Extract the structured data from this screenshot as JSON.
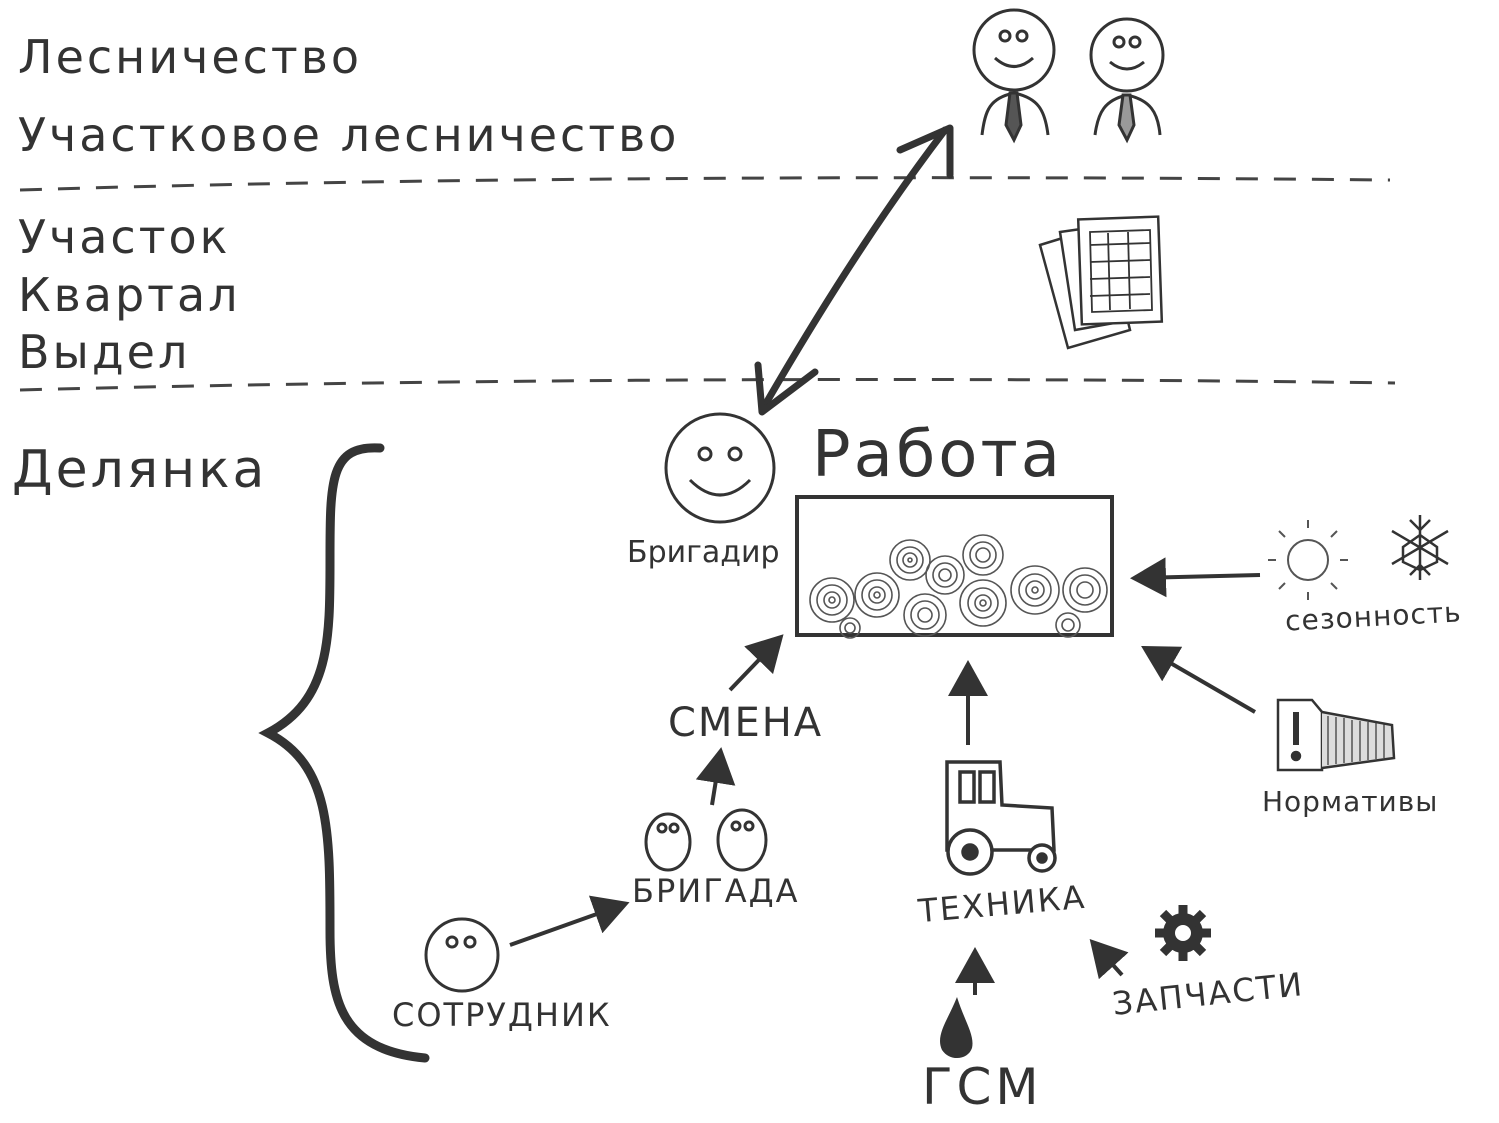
{
  "levels": {
    "top": [
      "Лесничество",
      "Участковое лесничество"
    ],
    "middle": [
      "Участок",
      "Квартал",
      "Выдел"
    ],
    "bottom": "Делянка"
  },
  "center": {
    "work_title": "Работа",
    "foreman": "Бригадир"
  },
  "nodes": {
    "shift": "СМЕНА",
    "brigade": "БРИГАДА",
    "employee": "СОТРУДНИК",
    "machinery": "ТЕХНИКА",
    "spare_parts": "ЗАПЧАСТИ",
    "fuel": "ГСМ",
    "seasonality": "сезонность",
    "norms": "Нормативы"
  },
  "icons": {
    "officials": "two-men-in-ties-icon",
    "documents": "table-document-icon",
    "foreman_face": "smiley-face-icon",
    "logs": "log-pile-icon",
    "sun": "sun-icon",
    "snowflake": "snowflake-icon",
    "norms": "warning-document-stack-icon",
    "tractor": "tractor-icon",
    "gear": "gear-icon",
    "fuel_drop": "fuel-drop-icon"
  },
  "colors": {
    "ink": "#3a3a3a",
    "background": "#ffffff"
  }
}
